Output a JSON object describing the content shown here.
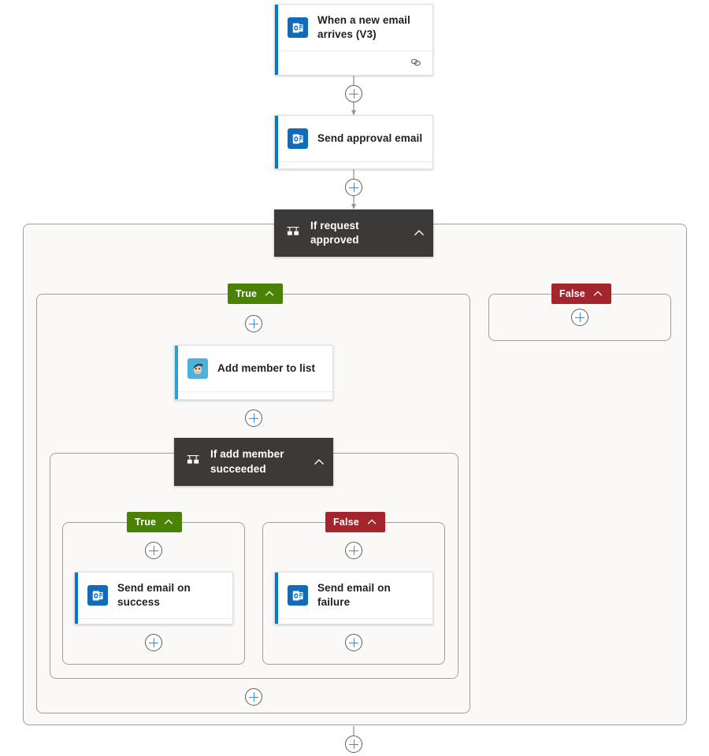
{
  "flow": {
    "title": "Power Automate flow designer canvas",
    "colors": {
      "accent_blue": "#0078D4",
      "plus_blue": "#3B8CE2",
      "true_green": "#498205",
      "false_red": "#A4262C",
      "condition_dark": "#3B3A39",
      "scope_bg": "#FAF9F8",
      "scope_border": "#A19F9D",
      "card_bg": "#FFFFFF",
      "wire_gray": "#979593",
      "outlook_blue": "#0F6CBD",
      "mailchimp_cyan": "#4CB2DD"
    },
    "nodes": {
      "trigger": {
        "label": "When a new email arrives (V3)",
        "icon": "outlook-icon",
        "foot_icon": "link-icon"
      },
      "send_approval": {
        "label": "Send approval email",
        "icon": "outlook-icon",
        "foot_icon": "link-icon"
      },
      "condition_outer": {
        "label": "If request approved",
        "icon": "condition-icon",
        "chevron": "chevron-up-icon"
      },
      "add_member": {
        "label": "Add member to list",
        "icon": "mailchimp-icon",
        "foot_icon": "link-icon"
      },
      "condition_inner": {
        "label": "If add member succeeded",
        "icon": "condition-icon",
        "chevron": "chevron-up-icon"
      },
      "send_success": {
        "label": "Send email on success",
        "icon": "outlook-icon",
        "foot_icon": "link-icon"
      },
      "send_failure": {
        "label": "Send email on failure",
        "icon": "outlook-icon",
        "foot_icon": "link-icon"
      }
    },
    "branches": {
      "outer_true": {
        "label": "True",
        "chevron": "chevron-up-icon"
      },
      "outer_false": {
        "label": "False",
        "chevron": "chevron-up-icon"
      },
      "inner_true": {
        "label": "True",
        "chevron": "chevron-up-icon"
      },
      "inner_false": {
        "label": "False",
        "chevron": "chevron-up-icon"
      }
    },
    "add_buttons": [
      {
        "id": "add-after-trigger",
        "label": "+"
      },
      {
        "id": "add-after-send-approval",
        "label": "+"
      },
      {
        "id": "add-in-outer-false-branch",
        "label": "+"
      },
      {
        "id": "add-before-add-member",
        "label": "+"
      },
      {
        "id": "add-after-add-member",
        "label": "+"
      },
      {
        "id": "add-before-send-success",
        "label": "+"
      },
      {
        "id": "add-before-send-failure",
        "label": "+"
      },
      {
        "id": "add-after-send-success",
        "label": "+"
      },
      {
        "id": "add-after-send-failure",
        "label": "+"
      },
      {
        "id": "add-after-inner-condition",
        "label": "+"
      },
      {
        "id": "add-after-outer-condition",
        "label": "+"
      }
    ]
  }
}
